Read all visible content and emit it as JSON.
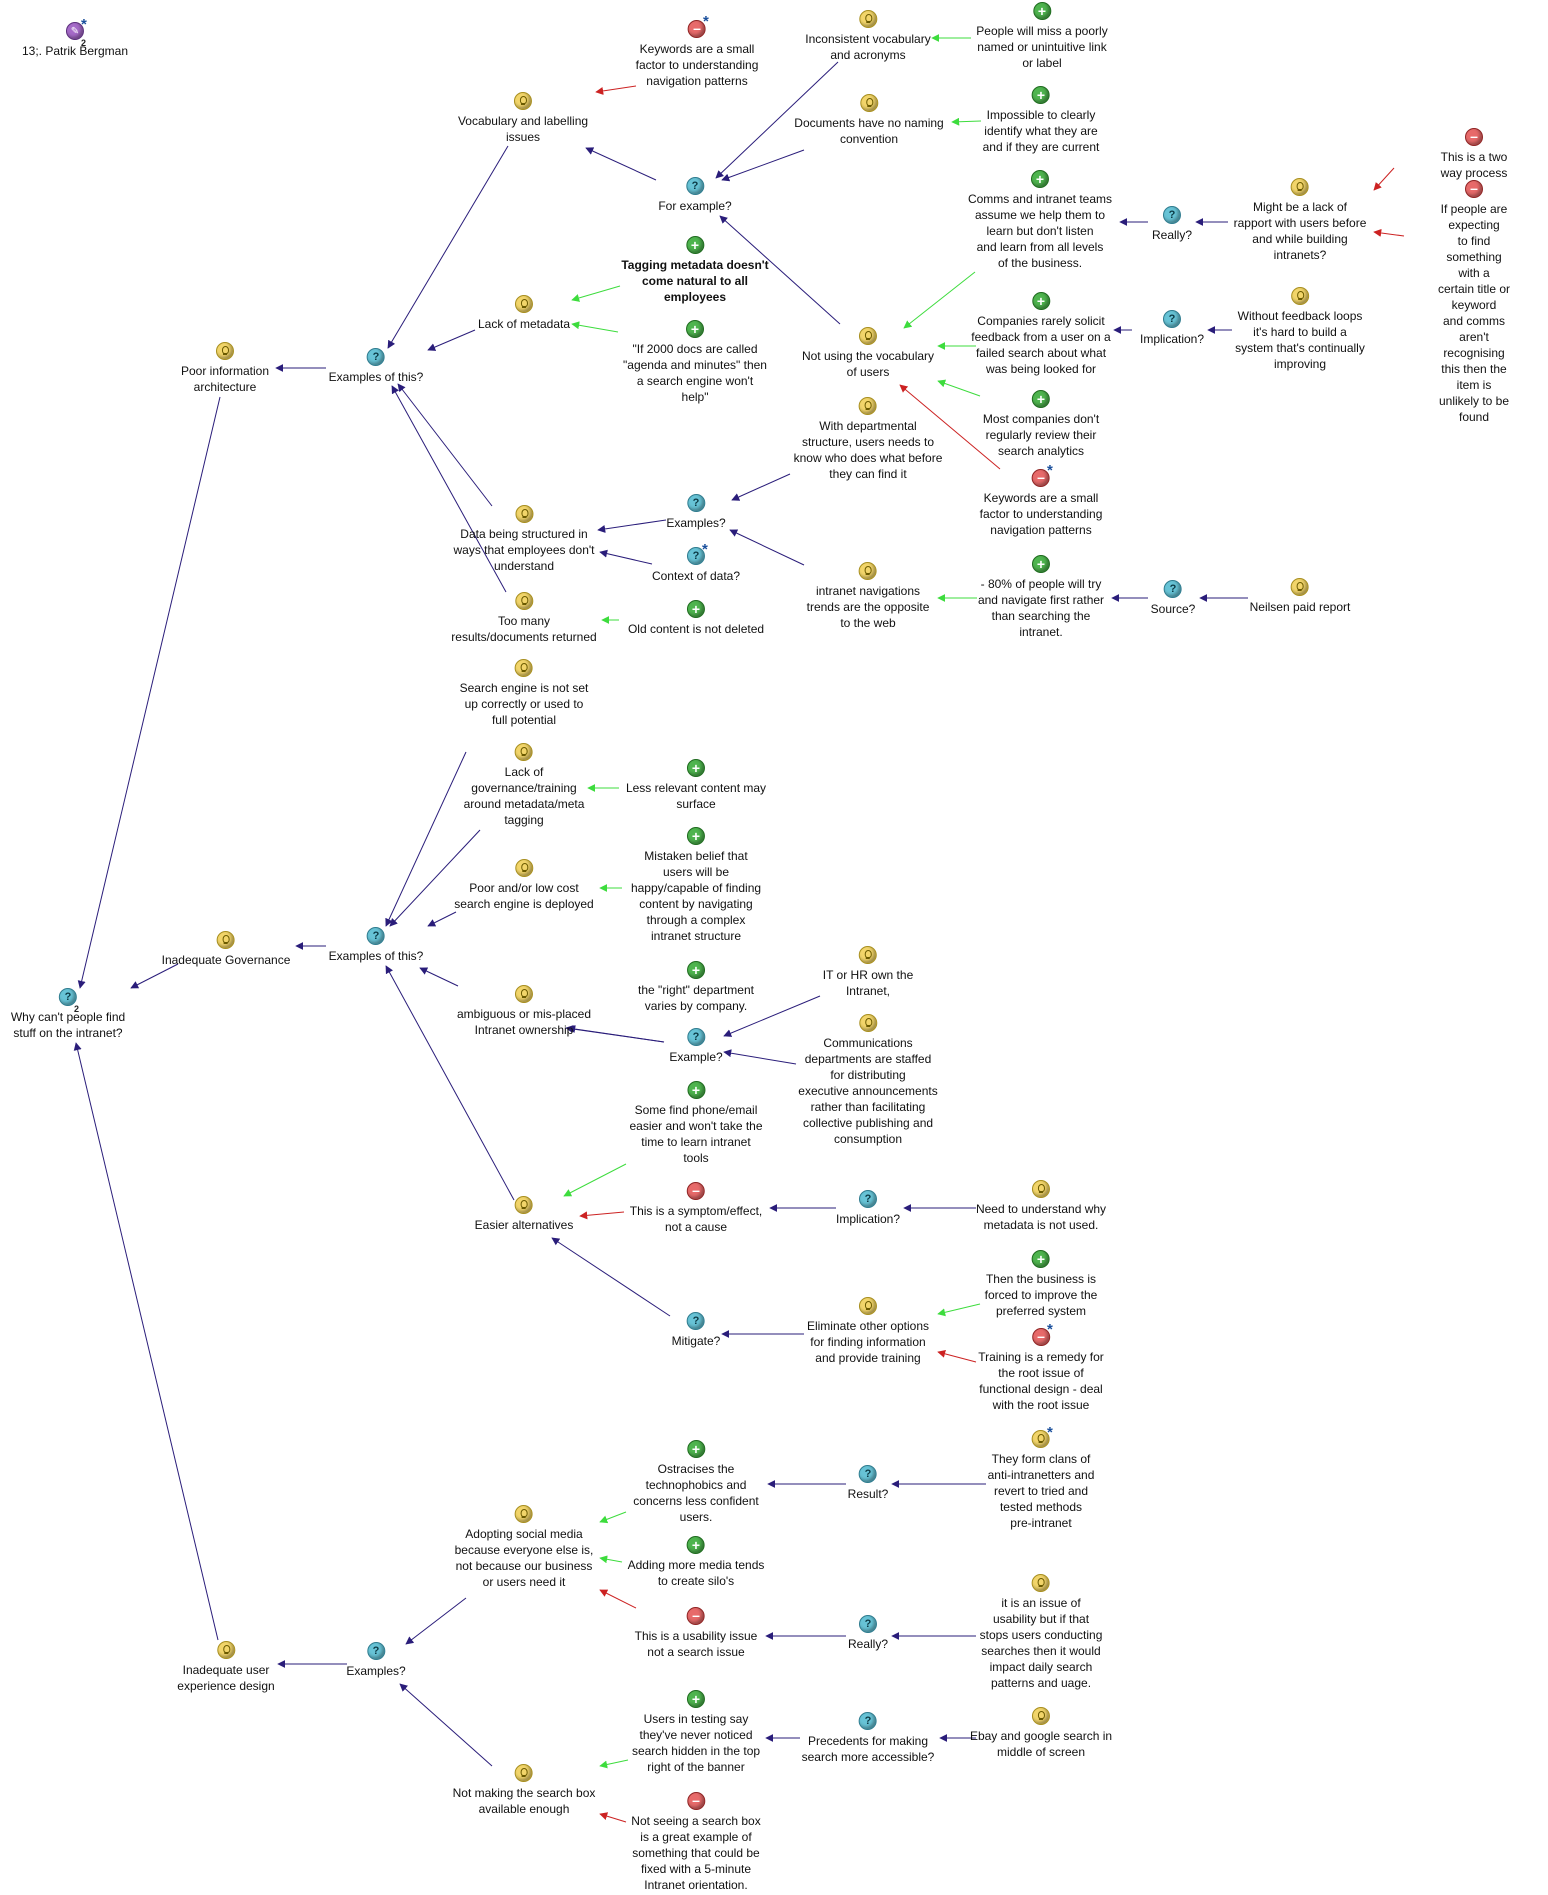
{
  "colors": {
    "link_default": "#2a1d7a",
    "link_pro": "#3ddc3d",
    "link_con": "#cc2222"
  },
  "nodes": [
    {
      "id": "user",
      "type": "map",
      "text": "13;. Patrik Bergman",
      "star": true,
      "sub": "2"
    },
    {
      "id": "root",
      "type": "question",
      "text": "Why can't people find\nstuff on the intranet?",
      "sub": "2"
    },
    {
      "id": "pia",
      "type": "idea",
      "text": "Poor information\narchitecture"
    },
    {
      "id": "ig",
      "type": "idea",
      "text": "Inadequate Governance"
    },
    {
      "id": "iux",
      "type": "idea",
      "text": "Inadequate user\nexperience design"
    },
    {
      "id": "ex1",
      "type": "question",
      "text": "Examples of this?"
    },
    {
      "id": "vocab",
      "type": "idea",
      "text": "Vocabulary and labelling\nissues"
    },
    {
      "id": "kw1",
      "type": "con",
      "text": "Keywords are a small\nfactor to understanding\nnavigation patterns",
      "star": true
    },
    {
      "id": "forex",
      "type": "question",
      "text": "For example?"
    },
    {
      "id": "incons",
      "type": "idea",
      "text": "Inconsistent vocabulary\nand acronyms"
    },
    {
      "id": "miss",
      "type": "pro",
      "text": "People will miss a poorly\nnamed or unintuitive link\nor label"
    },
    {
      "id": "docsname",
      "type": "idea",
      "text": "Documents have no naming\nconvention"
    },
    {
      "id": "imposs",
      "type": "pro",
      "text": "Impossible to clearly\nidentify what they are\nand if they are current"
    },
    {
      "id": "comms",
      "type": "pro",
      "text": "Comms and intranet teams\nassume we help them to\nlearn but don't listen\nand learn from all levels\nof the business."
    },
    {
      "id": "really1",
      "type": "question",
      "text": "Really?"
    },
    {
      "id": "rapport",
      "type": "idea",
      "text": "Might be a lack of\nrapport with users before\nand while building\nintranets?"
    },
    {
      "id": "twoway",
      "type": "con",
      "text": "This is a two way process"
    },
    {
      "id": "expect",
      "type": "con",
      "text": "If people are expecting\nto find something with a\ncertain title or keyword\nand comms aren't\nrecognising this then the\nitem is unlikely to be\nfound"
    },
    {
      "id": "notvocab",
      "type": "idea",
      "text": "Not using the vocabulary\nof users"
    },
    {
      "id": "rarely",
      "type": "pro",
      "text": "Companies rarely solicit\nfeedback from a user on a\nfailed search about what\nwas being looked for"
    },
    {
      "id": "impl1",
      "type": "question",
      "text": "Implication?"
    },
    {
      "id": "feedback",
      "type": "idea",
      "text": "Without feedback loops\nit's hard to build a\nsystem that's continually\nimproving"
    },
    {
      "id": "review",
      "type": "pro",
      "text": "Most companies don't\nregularly review their\nsearch analytics"
    },
    {
      "id": "kw2",
      "type": "con",
      "text": "Keywords are a small\nfactor to understanding\nnavigation patterns",
      "star": true
    },
    {
      "id": "tagging",
      "type": "pro",
      "text": "Tagging metadata doesn't\ncome natural to all\nemployees",
      "bold": true
    },
    {
      "id": "lackmeta",
      "type": "idea",
      "text": "Lack of metadata"
    },
    {
      "id": "agenda",
      "type": "pro",
      "text": "\"If 2000 docs are called\n\"agenda and minutes\" then\na search engine won't\nhelp\""
    },
    {
      "id": "dept",
      "type": "idea",
      "text": "With departmental\nstructure, users needs to\nknow who does what before\nthey can find it"
    },
    {
      "id": "examples2",
      "type": "question",
      "text": "Examples?"
    },
    {
      "id": "datastruct",
      "type": "idea",
      "text": "Data being structured in\nways that employees don't\nunderstand"
    },
    {
      "id": "context",
      "type": "question",
      "text": "Context of data?",
      "star": true
    },
    {
      "id": "navtrend",
      "type": "idea",
      "text": "intranet navigations\ntrends are the opposite\nto the web"
    },
    {
      "id": "eighty",
      "type": "pro",
      "text": "- 80% of people will try\nand navigate first rather\nthan searching the\nintranet."
    },
    {
      "id": "source",
      "type": "question",
      "text": "Source?"
    },
    {
      "id": "neilsen",
      "type": "idea",
      "text": "Neilsen paid report"
    },
    {
      "id": "toomany",
      "type": "idea",
      "text": "Too many\nresults/documents returned"
    },
    {
      "id": "oldcontent",
      "type": "pro",
      "text": "Old content is not deleted"
    },
    {
      "id": "searcheng",
      "type": "idea",
      "text": "Search engine is not set\nup correctly or used to\nfull potential"
    },
    {
      "id": "lackgov",
      "type": "idea",
      "text": "Lack of\ngovernance/training\naround metadata/meta\ntagging"
    },
    {
      "id": "lessrel",
      "type": "pro",
      "text": "Less relevant content may\nsurface"
    },
    {
      "id": "poorse",
      "type": "idea",
      "text": "Poor and/or low cost\nsearch engine is deployed"
    },
    {
      "id": "mistaken",
      "type": "pro",
      "text": "Mistaken belief that\nusers will be\nhappy/capable of finding\ncontent by navigating\nthrough a complex\nintranet structure"
    },
    {
      "id": "ex2",
      "type": "question",
      "text": "Examples of this?"
    },
    {
      "id": "ambig",
      "type": "idea",
      "text": "ambiguous or mis-placed\nIntranet ownership"
    },
    {
      "id": "right",
      "type": "pro",
      "text": "the \"right\" department\nvaries by company."
    },
    {
      "id": "exq",
      "type": "question",
      "text": "Example?"
    },
    {
      "id": "ithr",
      "type": "idea",
      "text": "IT or HR own the\nIntranet,"
    },
    {
      "id": "commsdept",
      "type": "idea",
      "text": "Communications\ndepartments are staffed\nfor distributing\nexecutive announcements\nrather than facilitating\ncollective publishing and\nconsumption"
    },
    {
      "id": "somefind",
      "type": "pro",
      "text": "Some find phone/email\neasier and won't take the\ntime to learn intranet\ntools"
    },
    {
      "id": "easier",
      "type": "idea",
      "text": "Easier alternatives"
    },
    {
      "id": "symptom",
      "type": "con",
      "text": "This is a symptom/effect,\nnot a cause"
    },
    {
      "id": "impl2",
      "type": "question",
      "text": "Implication?"
    },
    {
      "id": "needund",
      "type": "idea",
      "text": "Need to understand why\nmetadata is not used."
    },
    {
      "id": "mitigate",
      "type": "question",
      "text": "Mitigate?"
    },
    {
      "id": "eliminate",
      "type": "idea",
      "text": "Eliminate other options\nfor finding information\nand provide training"
    },
    {
      "id": "forced",
      "type": "pro",
      "text": "Then the business is\nforced to improve the\npreferred system"
    },
    {
      "id": "training",
      "type": "con",
      "text": "Training is a remedy for\nthe root issue of\nfunctional design - deal\nwith the root issue",
      "star": true
    },
    {
      "id": "ostracises",
      "type": "pro",
      "text": "Ostracises the\ntechnophobics and\nconcerns less confident\nusers."
    },
    {
      "id": "result",
      "type": "question",
      "text": "Result?"
    },
    {
      "id": "clans",
      "type": "idea",
      "text": "They form clans of\nanti-intranetters and\nrevert to tried and\ntested methods\npre-intranet",
      "star": true
    },
    {
      "id": "adopting",
      "type": "idea",
      "text": "Adopting social media\nbecause everyone else is,\nnot because our business\nor users need it"
    },
    {
      "id": "addmedia",
      "type": "pro",
      "text": "Adding more media tends\nto create silo's"
    },
    {
      "id": "usability",
      "type": "con",
      "text": "This is a usability issue\nnot a search issue"
    },
    {
      "id": "really2",
      "type": "question",
      "text": "Really?"
    },
    {
      "id": "itis",
      "type": "idea",
      "text": "it is an issue of\nusability but if that\nstops users conducting\nsearches then it would\nimpact daily search\npatterns and uage."
    },
    {
      "id": "ex3",
      "type": "question",
      "text": "Examples?"
    },
    {
      "id": "testing",
      "type": "pro",
      "text": "Users in testing say\nthey've never noticed\nsearch hidden in the top\nright of the banner"
    },
    {
      "id": "preced",
      "type": "question",
      "text": "Precedents for making\nsearch more accessible?"
    },
    {
      "id": "ebay",
      "type": "idea",
      "text": "Ebay and google search in\nmiddle of screen"
    },
    {
      "id": "notmaking",
      "type": "idea",
      "text": "Not making the search box\navailable enough"
    },
    {
      "id": "notseeing",
      "type": "con",
      "text": "Not seeing a search box\nis a great example of\nsomething that could be\nfixed with a 5-minute\nIntranet orientation."
    }
  ]
}
